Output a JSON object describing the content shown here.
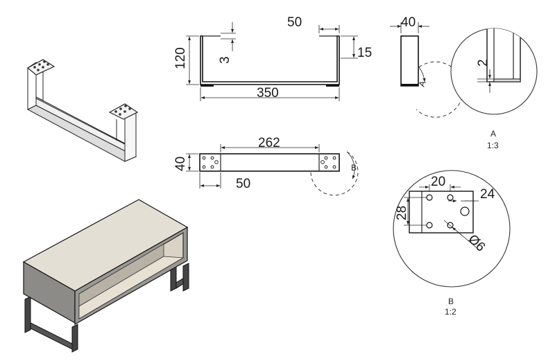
{
  "drawing": {
    "front_view": {
      "top_dim": "50",
      "flange_dim": "15",
      "height_dim": "120",
      "thickness_dim": "3",
      "width_dim": "350"
    },
    "side_view": {
      "width_dim": "40",
      "detail_callout": "A"
    },
    "top_view": {
      "span_dim": "262",
      "width_dim": "40",
      "plate_dim": "50",
      "detail_callout": "B"
    },
    "detail_a": {
      "dim": "2",
      "label": "A",
      "scale": "1:3"
    },
    "detail_b": {
      "dim_20": "20",
      "dim_24": "24",
      "dim_28": "28",
      "hole_dim": "Ø6",
      "label": "B",
      "scale": "1:2"
    }
  }
}
